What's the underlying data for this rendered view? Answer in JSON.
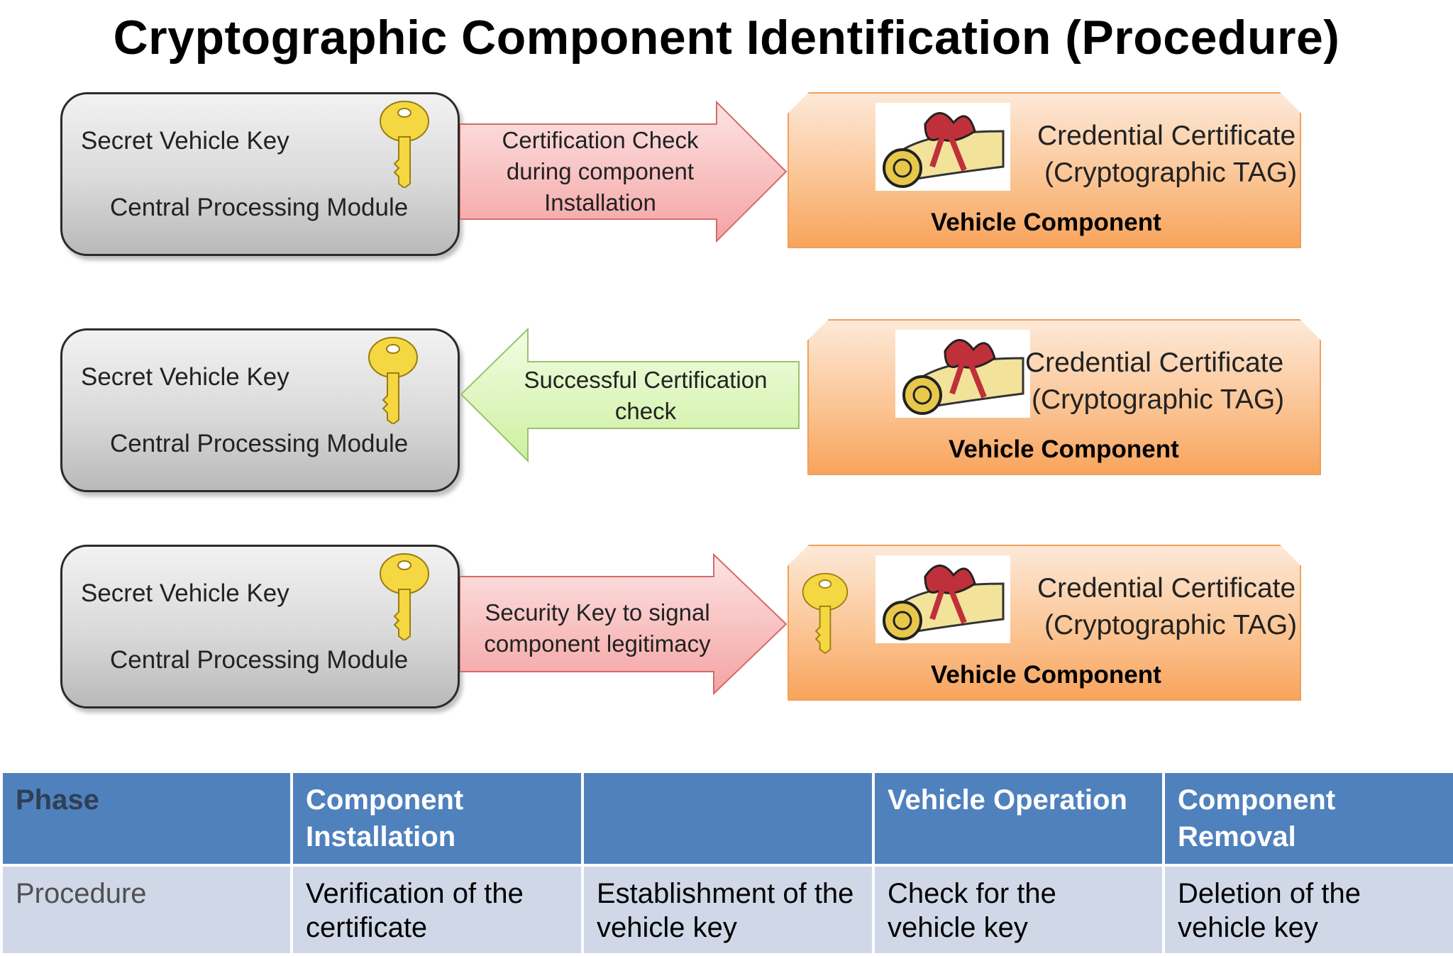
{
  "title": "Cryptographic Component Identification (Procedure)",
  "rows": [
    {
      "cpu": {
        "key_label": "Secret Vehicle Key",
        "module_label": "Central Processing Module"
      },
      "arrow": {
        "direction": "right",
        "text_lines": [
          "Certification Check",
          "during component",
          "Installation"
        ],
        "color": "#f8b4b4"
      },
      "component": {
        "cert_line1": "Credential Certificate",
        "cert_line2": "(Cryptographic TAG)",
        "label": "Vehicle Component",
        "has_key": false
      }
    },
    {
      "cpu": {
        "key_label": "Secret Vehicle Key",
        "module_label": "Central Processing Module"
      },
      "arrow": {
        "direction": "left",
        "text_lines": [
          "Successful Certification",
          "check"
        ],
        "color": "#d7f5b0"
      },
      "component": {
        "cert_line1": "Credential Certificate",
        "cert_line2": "(Cryptographic TAG)",
        "label": "Vehicle Component",
        "has_key": false
      }
    },
    {
      "cpu": {
        "key_label": "Secret Vehicle Key",
        "module_label": "Central Processing Module"
      },
      "arrow": {
        "direction": "right",
        "text_lines": [
          "Security Key to signal",
          "component legitimacy"
        ],
        "color": "#f8b4b4"
      },
      "component": {
        "cert_line1": "Credential Certificate",
        "cert_line2": "(Cryptographic TAG)",
        "label": "Vehicle Component",
        "has_key": true
      }
    }
  ],
  "table": {
    "headers": [
      "Phase",
      "Component Installation",
      "",
      "Vehicle Operation",
      "Component Removal"
    ],
    "row": [
      "Procedure",
      "Verification of the certificate",
      "Establishment of the vehicle key",
      "Check for the vehicle key",
      "Deletion of the vehicle key"
    ]
  },
  "icons": {
    "key": "key-icon",
    "certificate": "certificate-scroll-icon"
  },
  "colors": {
    "header_blue": "#4f81bd",
    "cell_blue": "#d0d8e8",
    "component_orange": "#fbc595",
    "cpu_gray": "#d9d9d9"
  }
}
